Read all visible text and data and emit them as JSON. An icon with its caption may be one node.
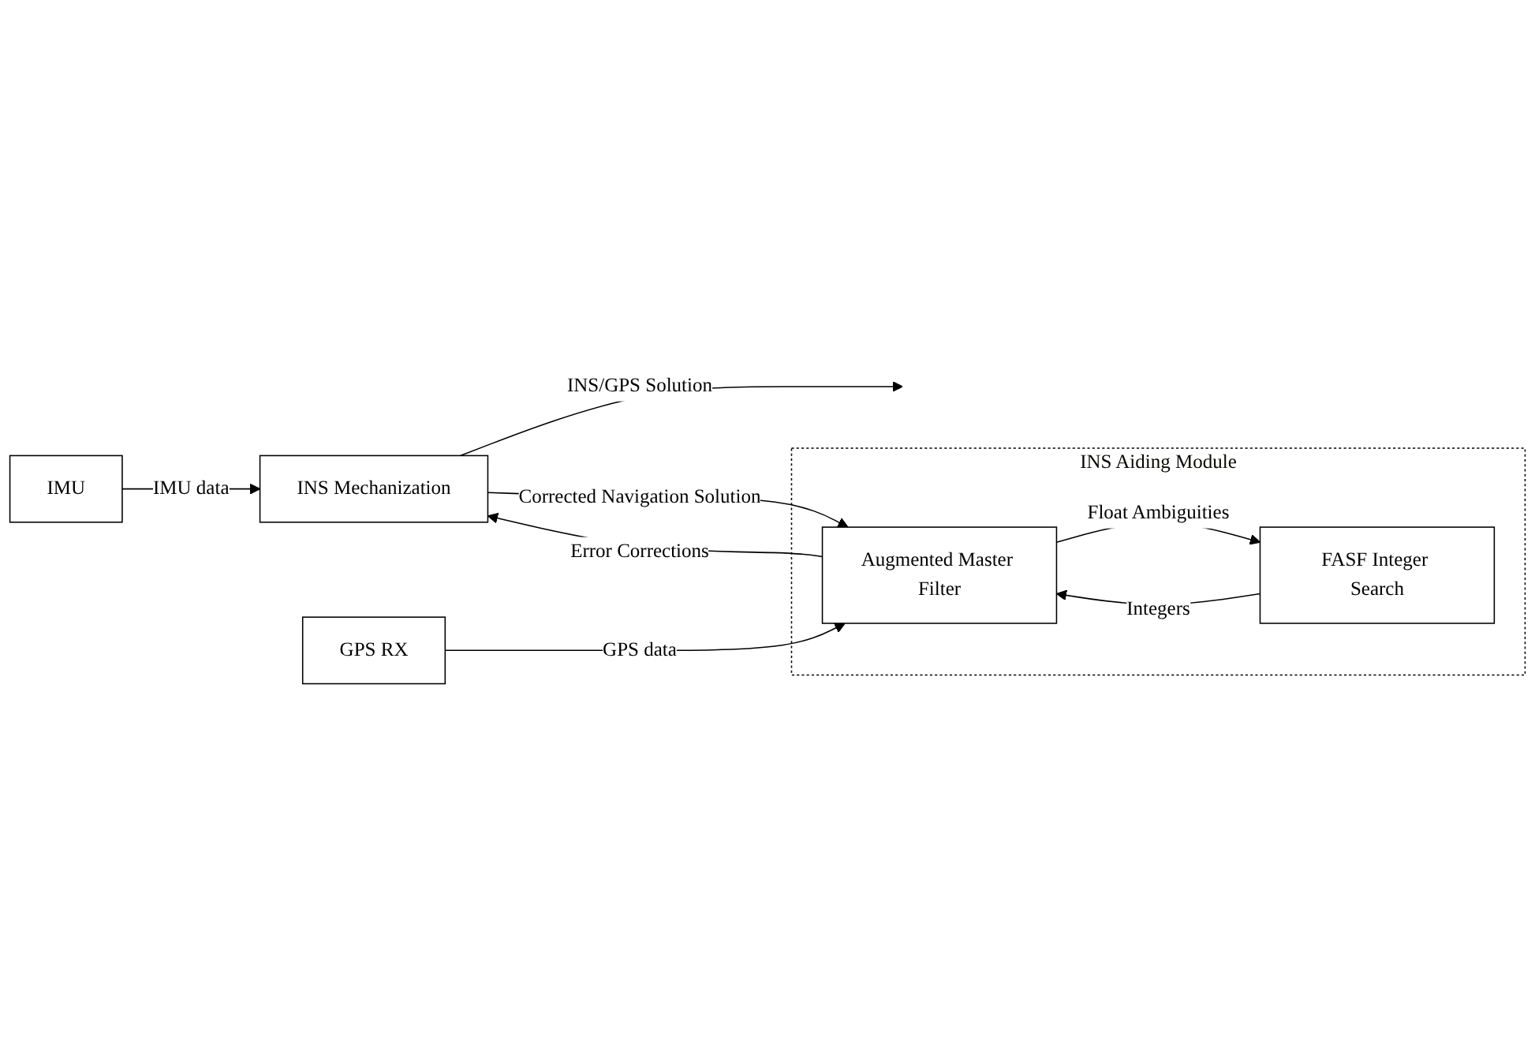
{
  "diagram": {
    "nodes": [
      {
        "text": [
          "IMU"
        ]
      },
      {
        "text": [
          "INS Mechanization"
        ]
      },
      {
        "text": [
          "GPS RX"
        ]
      },
      {
        "text": [
          "INS Aiding Module"
        ]
      },
      {
        "text": [
          "Augmented Master Filter"
        ],
        "in": 3
      },
      {
        "text": [
          "FASF Integer Search"
        ],
        "in": 3
      }
    ],
    "edges": [
      {
        "from": 0,
        "to": 1,
        "arrow": "to",
        "label": "IMU data"
      },
      {
        "from": 1,
        "to": null,
        "arrow": "to",
        "label": "INS/GPS Solution"
      },
      {
        "from": 1,
        "to": 4,
        "arrow": "to",
        "label": "Corrected Navigation Solution"
      },
      {
        "from": 4,
        "to": 1,
        "arrow": "to",
        "label": "Error Corrections"
      },
      {
        "from": 2,
        "to": 4,
        "arrow": "to",
        "label": "GPS data"
      },
      {
        "from": 4,
        "to": 5,
        "arrow": "to",
        "label": "Float Ambiguities"
      },
      {
        "from": 5,
        "to": 4,
        "arrow": "to",
        "label": "Integers"
      }
    ]
  }
}
